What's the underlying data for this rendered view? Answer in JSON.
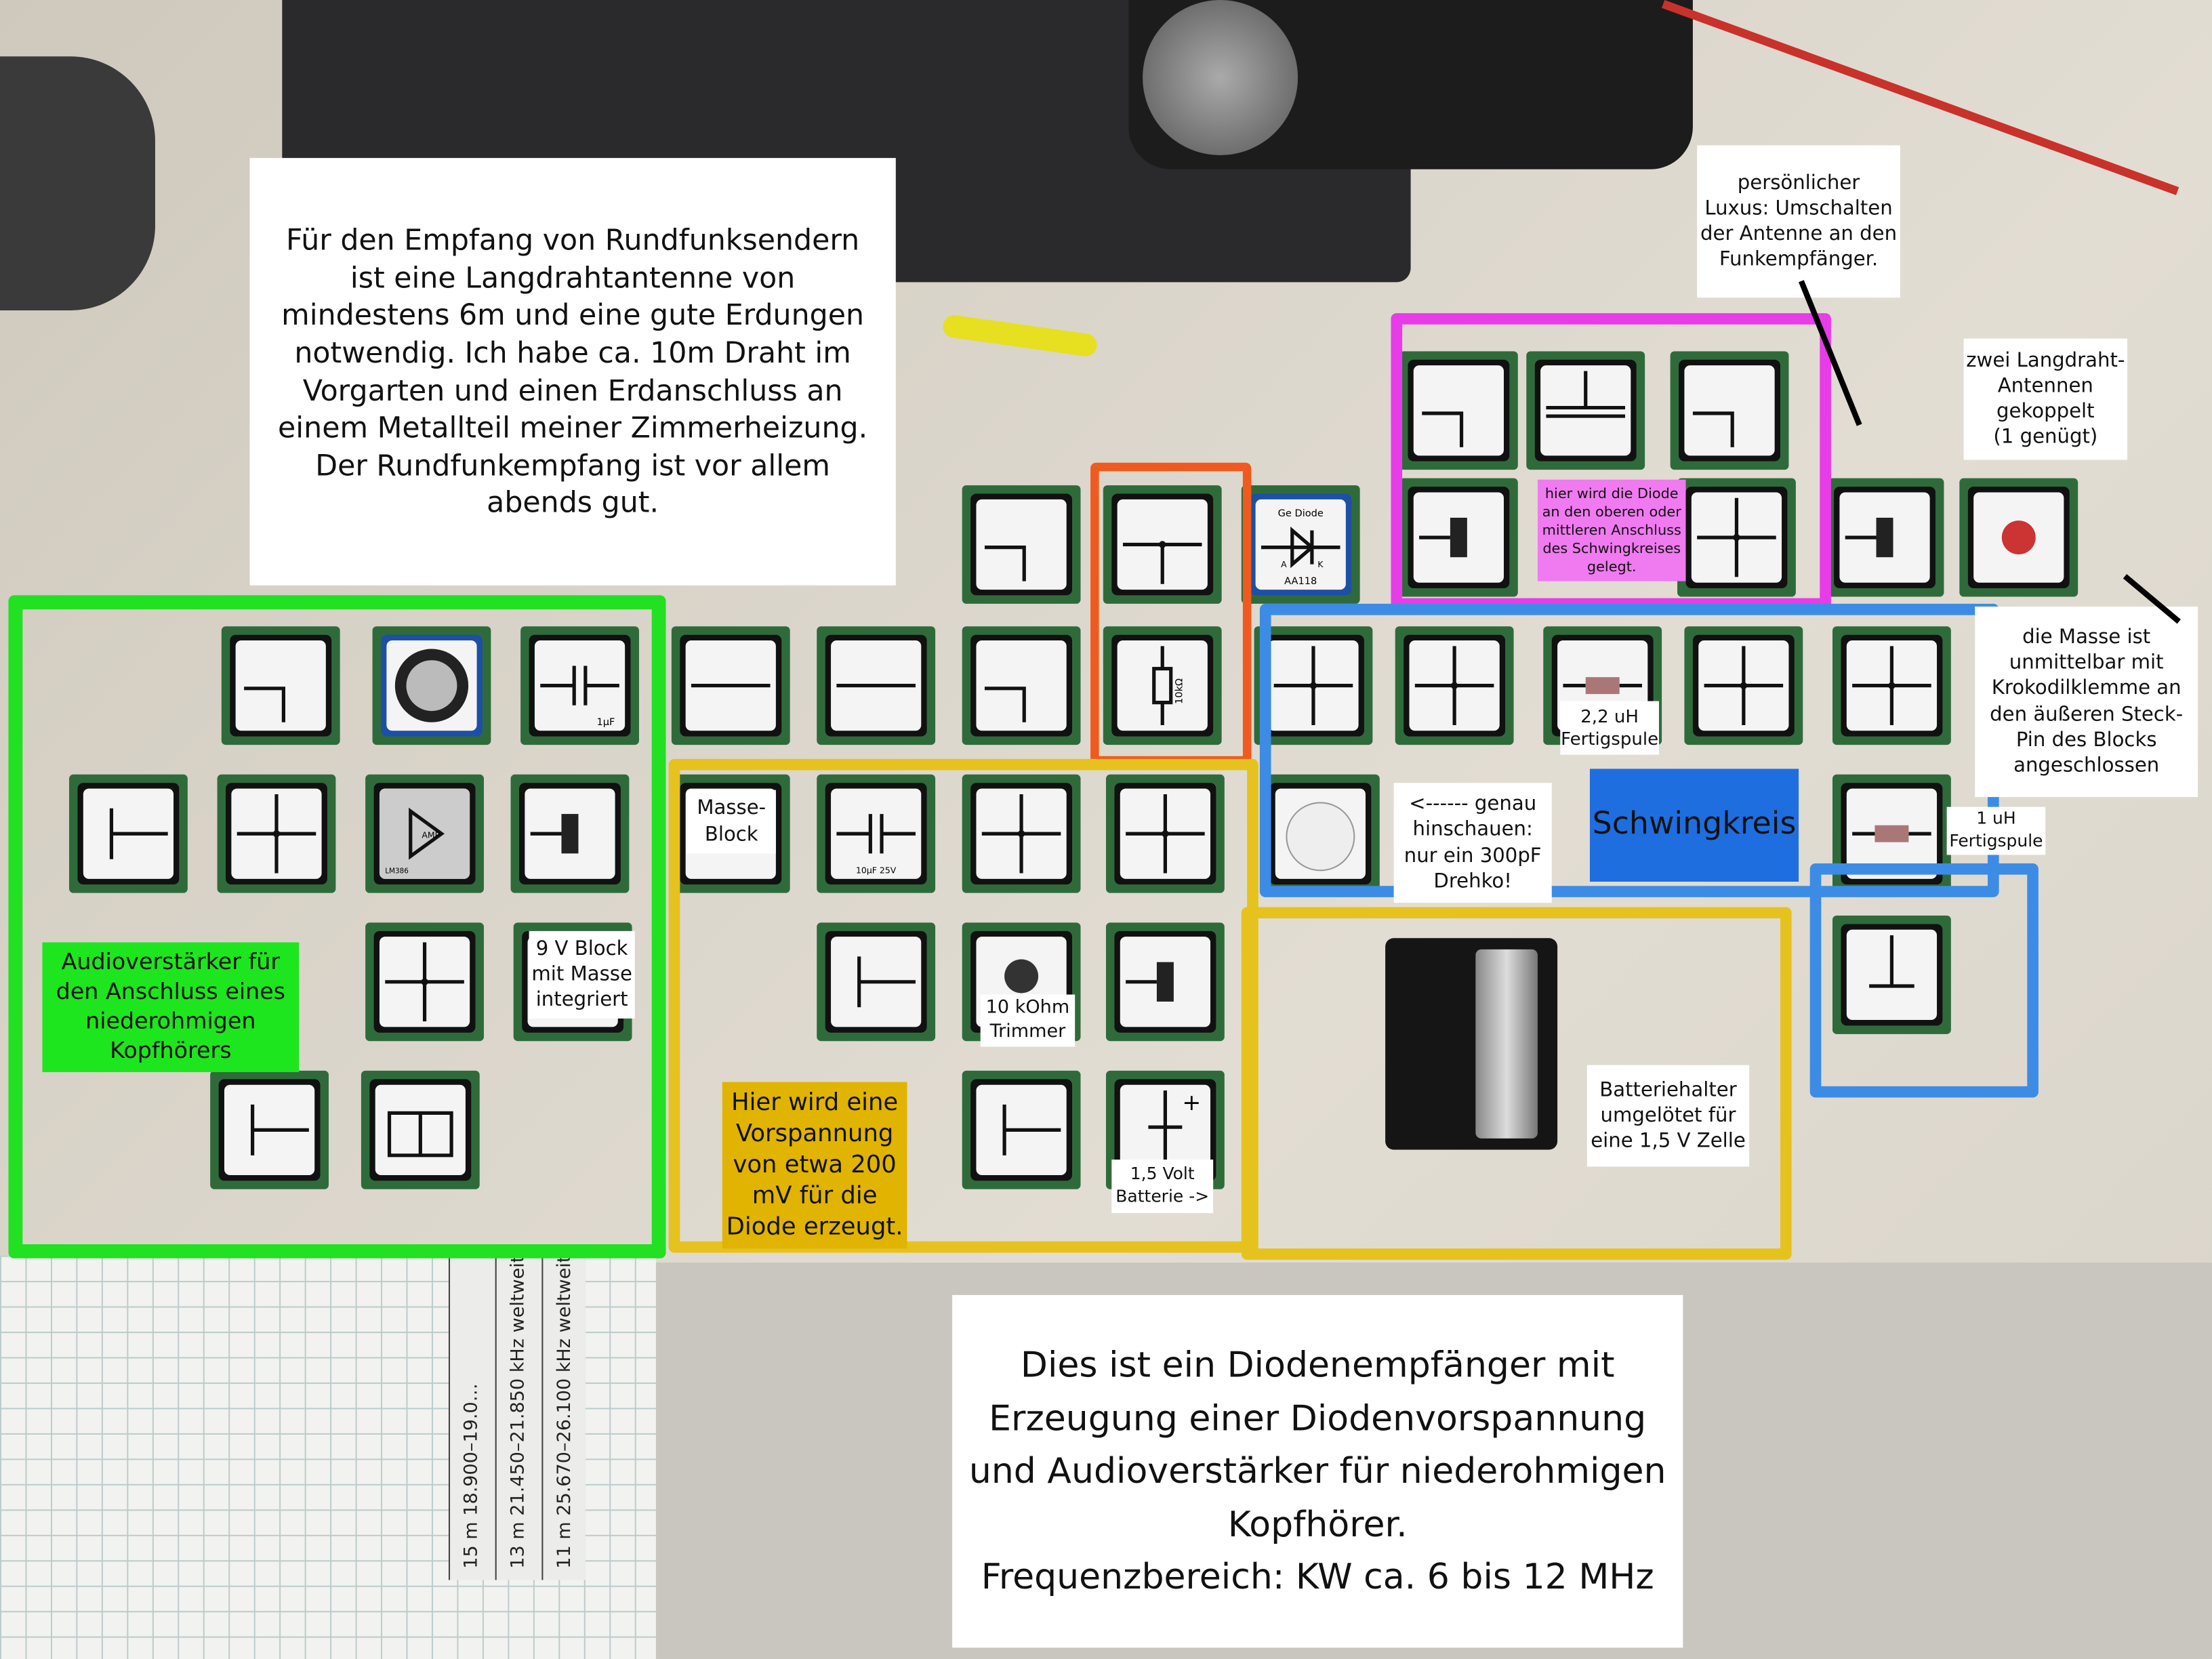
{
  "notes": {
    "intro": "Für den Empfang von Rundfunksendern\nist eine Langdrahtantenne von\nmindestens 6m und eine gute Erdungen\nnotwendig. Ich habe ca. 10m Draht im\nVorgarten und einen Erdanschluss an\neinem Metallteil meiner Zimmerheizung.\nDer Rundfunkempfang ist vor allem\nabends gut.",
    "switch": "persönlicher\nLuxus: Umschalten\nder Antenne an den\nFunkempfänger.",
    "antennas": "zwei Langdraht-\nAntennen\ngekoppelt\n(1 genügt)",
    "ground": "die Masse ist\nunmittelbar mit\nKrokodilklemme an\nden äußeren Steck-\nPin des Blocks\nangeschlossen",
    "resonant": "Schwingkreis",
    "coil1": "1 uH\nFertigspule",
    "coil22": "2,2 uH\nFertigspule",
    "drehko": "<------ genau\nhinschauen:\nnur ein 300pF\nDrehko!",
    "diode_note": "hier wird die Diode\nan den oberen oder\nmittleren Anschluss\ndes Schwingkreises\ngelegt.",
    "masse_block": "Masse-\nBlock",
    "battery9v": "9 V Block\nmit Masse\nintegriert",
    "amp": "Audioverstärker für\nden Anschluss eines\nniederohmigen\nKopfhörers",
    "trimmer": "10 kOhm\nTrimmer",
    "battery15": "1,5 Volt\nBatterie ->",
    "bias": "Hier wird eine\nVorspannung\nvon etwa 200\nmV für die\nDiode erzeugt.",
    "holder": "Batteriehalter\numgelötet für\neine 1,5 V Zelle",
    "summary": "Dies ist ein Diodenempfänger mit\nErzeugung einer Diodenvorspannung\nund Audioverstärker für niederohmigen\nKopfhörer.\nFrequenzbereich: KW ca. 6 bis 12 MHz"
  },
  "module_labels": {
    "diode_name": "Ge Diode",
    "diode_type": "AA118",
    "anode": "A",
    "cathode": "K",
    "cap1": "1µF",
    "cap10": "10µF 25V",
    "resistor": "10kΩ",
    "amp_chip": "LM386",
    "amp": "AMP"
  },
  "paper_table": [
    "15 m  18.900–19.0…",
    "13 m  21.450–21.850 kHz  weltweit",
    "11 m  25.670–26.100 kHz  weltweit"
  ],
  "colors": {
    "green": "#22e022",
    "orange": "#f05a1e",
    "pink": "#e83ce8",
    "blue": "#3c8ce6",
    "yellow": "#e6c21e",
    "amp_label_bg": "#1ee61e",
    "bias_label_bg": "#e0b400",
    "resonant_bg": "#1e6ee0"
  }
}
